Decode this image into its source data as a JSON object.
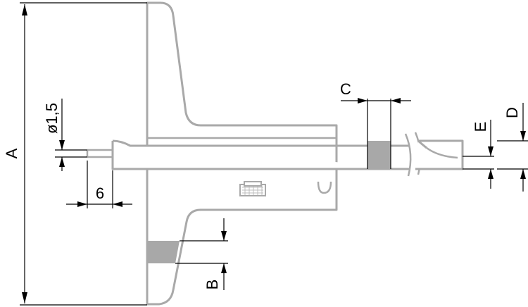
{
  "labels": {
    "A": "A",
    "B": "B",
    "C": "C",
    "D": "D",
    "E": "E",
    "pin_diameter": "ø1,5",
    "pin_length": "6"
  },
  "colors": {
    "outline": "#a9a9a9",
    "dimension": "#000000",
    "measuring_band": "#a8a8a8"
  }
}
